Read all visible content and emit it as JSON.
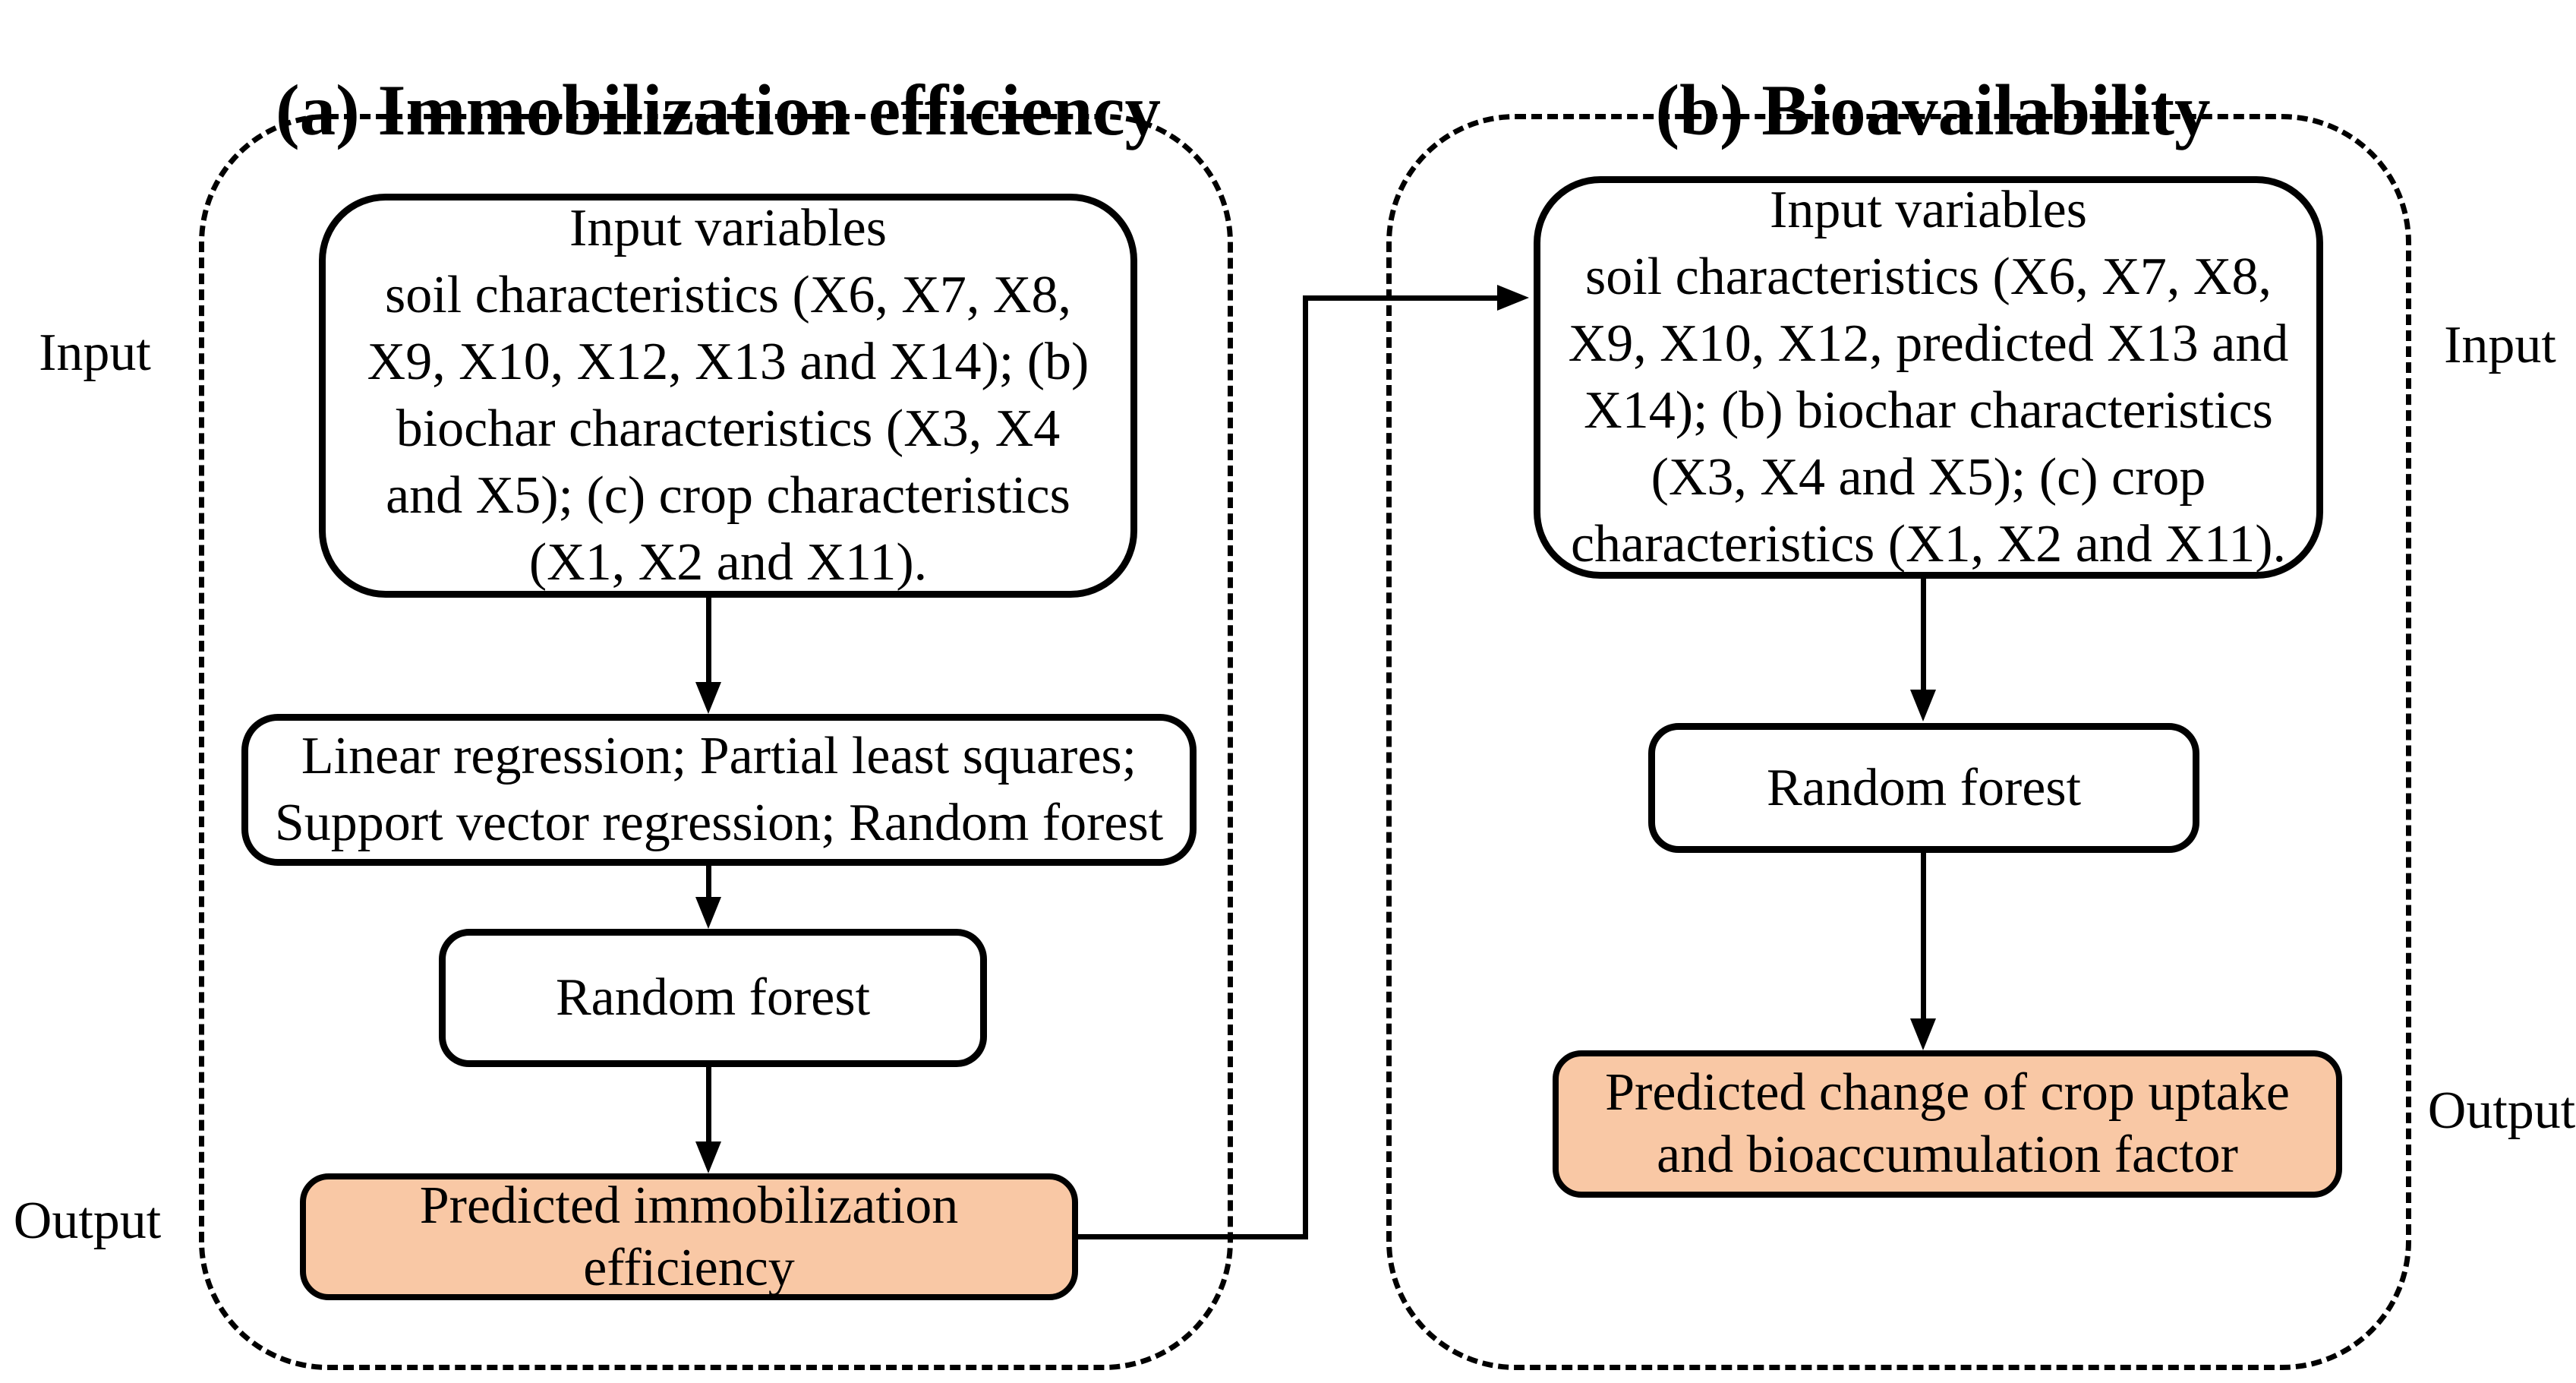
{
  "panel_a": {
    "title": "(a) Immobilization efficiency",
    "input_label": "Input",
    "output_label": "Output",
    "input_box": {
      "lines": [
        "Input variables",
        "soil characteristics (X6, X7, X8,",
        "X9, X10, X12, X13 and X14); (b)",
        "biochar characteristics (X3, X4",
        "and X5); (c) crop characteristics",
        "(X1, X2 and X11)."
      ]
    },
    "methods_box": {
      "lines": [
        "Linear regression; Partial least squares;",
        "Support vector regression; Random forest"
      ]
    },
    "rf_box": {
      "label": "Random forest"
    },
    "output_box": {
      "lines": [
        "Predicted immobilization",
        "efficiency"
      ]
    }
  },
  "panel_b": {
    "title": "(b) Bioavailability",
    "input_label": "Input",
    "output_label": "Output",
    "input_box": {
      "lines": [
        "Input variables",
        "soil characteristics (X6, X7, X8,",
        "X9, X10, X12, predicted X13 and",
        "X14); (b) biochar characteristics",
        "(X3, X4 and X5); (c) crop",
        "characteristics (X1, X2 and X11)."
      ]
    },
    "rf_box": {
      "label": "Random forest"
    },
    "output_box": {
      "lines": [
        "Predicted change of crop uptake",
        "and bioaccumulation factor"
      ]
    }
  },
  "colors": {
    "output_box_fill": "#F9C8A5",
    "line_color": "#000000",
    "background": "#FFFFFF"
  }
}
